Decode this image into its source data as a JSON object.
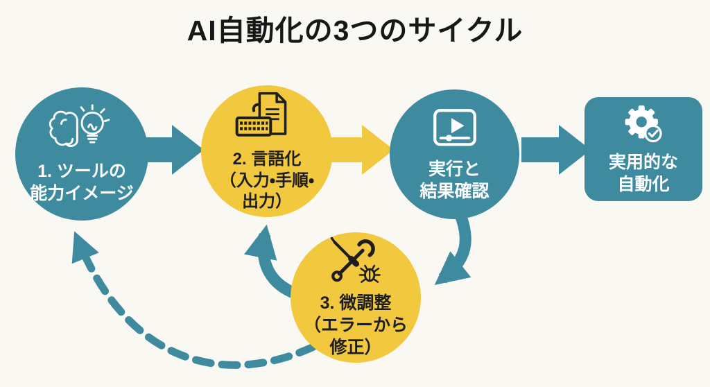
{
  "title": "AI自動化の3つのサイクル",
  "colors": {
    "teal": "#3E8BA0",
    "yellow": "#F2C83E",
    "background": "#FAF8F3",
    "title-text": "#171717",
    "dark-text": "#1E1E1E",
    "light-text": "#FFFFFF"
  },
  "nodes": [
    {
      "id": "step1",
      "shape": "circle",
      "color": "teal",
      "icon": "brain-lightbulb-icon",
      "lines": [
        "1. ツールの",
        "能力イメージ"
      ]
    },
    {
      "id": "step2",
      "shape": "circle",
      "color": "yellow",
      "icon": "keyboard-document-icon",
      "lines": [
        "2. 言語化",
        "（入力・手順・",
        "出力）"
      ]
    },
    {
      "id": "step3_run",
      "shape": "circle",
      "color": "teal",
      "icon": "video-player-icon",
      "lines": [
        "実行と",
        "結果確認"
      ]
    },
    {
      "id": "result",
      "shape": "rounded-square",
      "color": "teal",
      "icon": "gear-check-icon",
      "lines": [
        "実用的な",
        "自動化"
      ]
    },
    {
      "id": "step3_tune",
      "shape": "circle",
      "color": "yellow",
      "icon": "wrench-screwdriver-bug-icon",
      "lines": [
        "3. 微調整",
        "（エラーから",
        "修正）"
      ]
    }
  ],
  "arrows": [
    {
      "from": "step1",
      "to": "step2",
      "style": "solid",
      "color": "teal"
    },
    {
      "from": "step2",
      "to": "step3_run",
      "style": "solid",
      "color": "yellow"
    },
    {
      "from": "step3_run",
      "to": "result",
      "style": "solid",
      "color": "teal"
    },
    {
      "from": "step3_run",
      "to": "step3_tune",
      "style": "solid-curved",
      "color": "teal"
    },
    {
      "from": "step3_tune",
      "to": "step2",
      "style": "solid-curved",
      "color": "teal"
    },
    {
      "from": "step3_tune",
      "to": "step1",
      "style": "dashed-curved",
      "color": "teal"
    }
  ]
}
